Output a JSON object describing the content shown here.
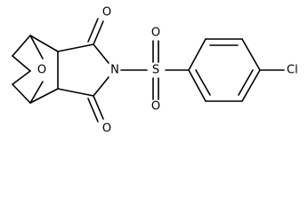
{
  "atoms": {
    "oxygen_bridge": "O",
    "oxygen_carbonyl_top": "O",
    "oxygen_carbonyl_bottom": "O",
    "nitrogen": "N",
    "sulfur": "S",
    "oxygen_sulfonyl_top": "O",
    "oxygen_sulfonyl_bottom": "O",
    "chlorine": "Cl"
  }
}
